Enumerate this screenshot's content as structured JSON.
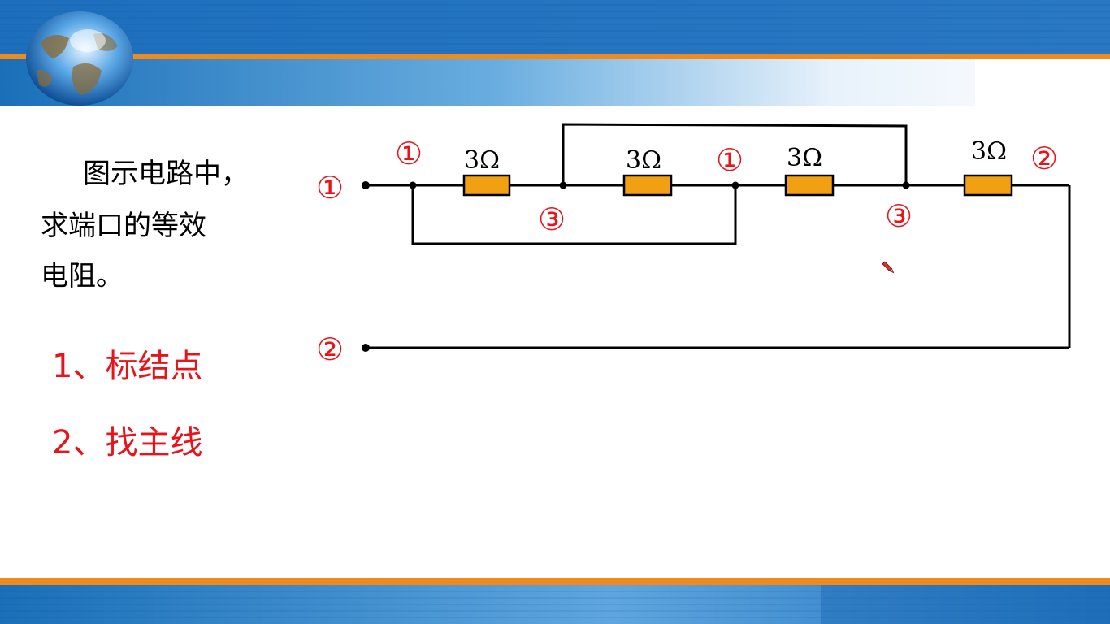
{
  "problem": {
    "line1": "图示电路中，",
    "line2": "求端口的等效",
    "line3": "电阻。"
  },
  "steps": [
    "1、标结点",
    "2、找主线"
  ],
  "circuit": {
    "resistor_labels": [
      "3Ω",
      "3Ω",
      "3Ω",
      "3Ω"
    ],
    "port_labels": [
      "①",
      "②"
    ],
    "node_labels": [
      "①",
      "③",
      "①",
      "③",
      "②"
    ]
  },
  "colors": {
    "accent_red": "#e8141b",
    "resistor_fill": "#f0a010",
    "header_blue": "#1c7dc4",
    "stripe_orange": "#f08a1c"
  },
  "icons": [
    "globe-icon",
    "pen-cursor-icon"
  ]
}
